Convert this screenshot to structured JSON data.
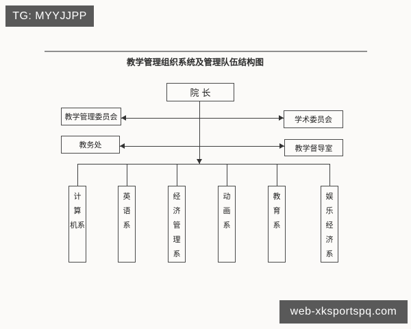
{
  "watermarks": {
    "top_left": "TG: MYYJJPP",
    "bottom_right": "web-xksportspq.com"
  },
  "diagram": {
    "title": "教学管理组织系统及管理队伍结构图",
    "root": {
      "label": "院长"
    },
    "left_branches": [
      {
        "label": "教学管理委员会"
      },
      {
        "label": "教务处"
      }
    ],
    "right_branches": [
      {
        "label": "学术委员会"
      },
      {
        "label": "教学督导室"
      }
    ],
    "departments": [
      {
        "label": "计算机系",
        "lines": [
          "计",
          "算",
          "机系"
        ]
      },
      {
        "label": "英语系",
        "lines": [
          "英",
          "语",
          "系"
        ]
      },
      {
        "label": "经济管理系",
        "lines": [
          "经",
          "济",
          "管",
          "理",
          "系"
        ]
      },
      {
        "label": "动画系",
        "lines": [
          "动",
          "画",
          "系"
        ]
      },
      {
        "label": "教育系",
        "lines": [
          "教",
          "育",
          "系"
        ]
      },
      {
        "label": "娱乐经济系",
        "lines": [
          "娱",
          "乐",
          "经",
          "济",
          "系"
        ]
      }
    ]
  },
  "colors": {
    "background": "#fbfaf8",
    "badge_bg": "#595959",
    "badge_text": "#ffffff",
    "line": "#3f3f3f",
    "box_border": "#4a4a4a",
    "title_text": "#2b2b2b"
  }
}
